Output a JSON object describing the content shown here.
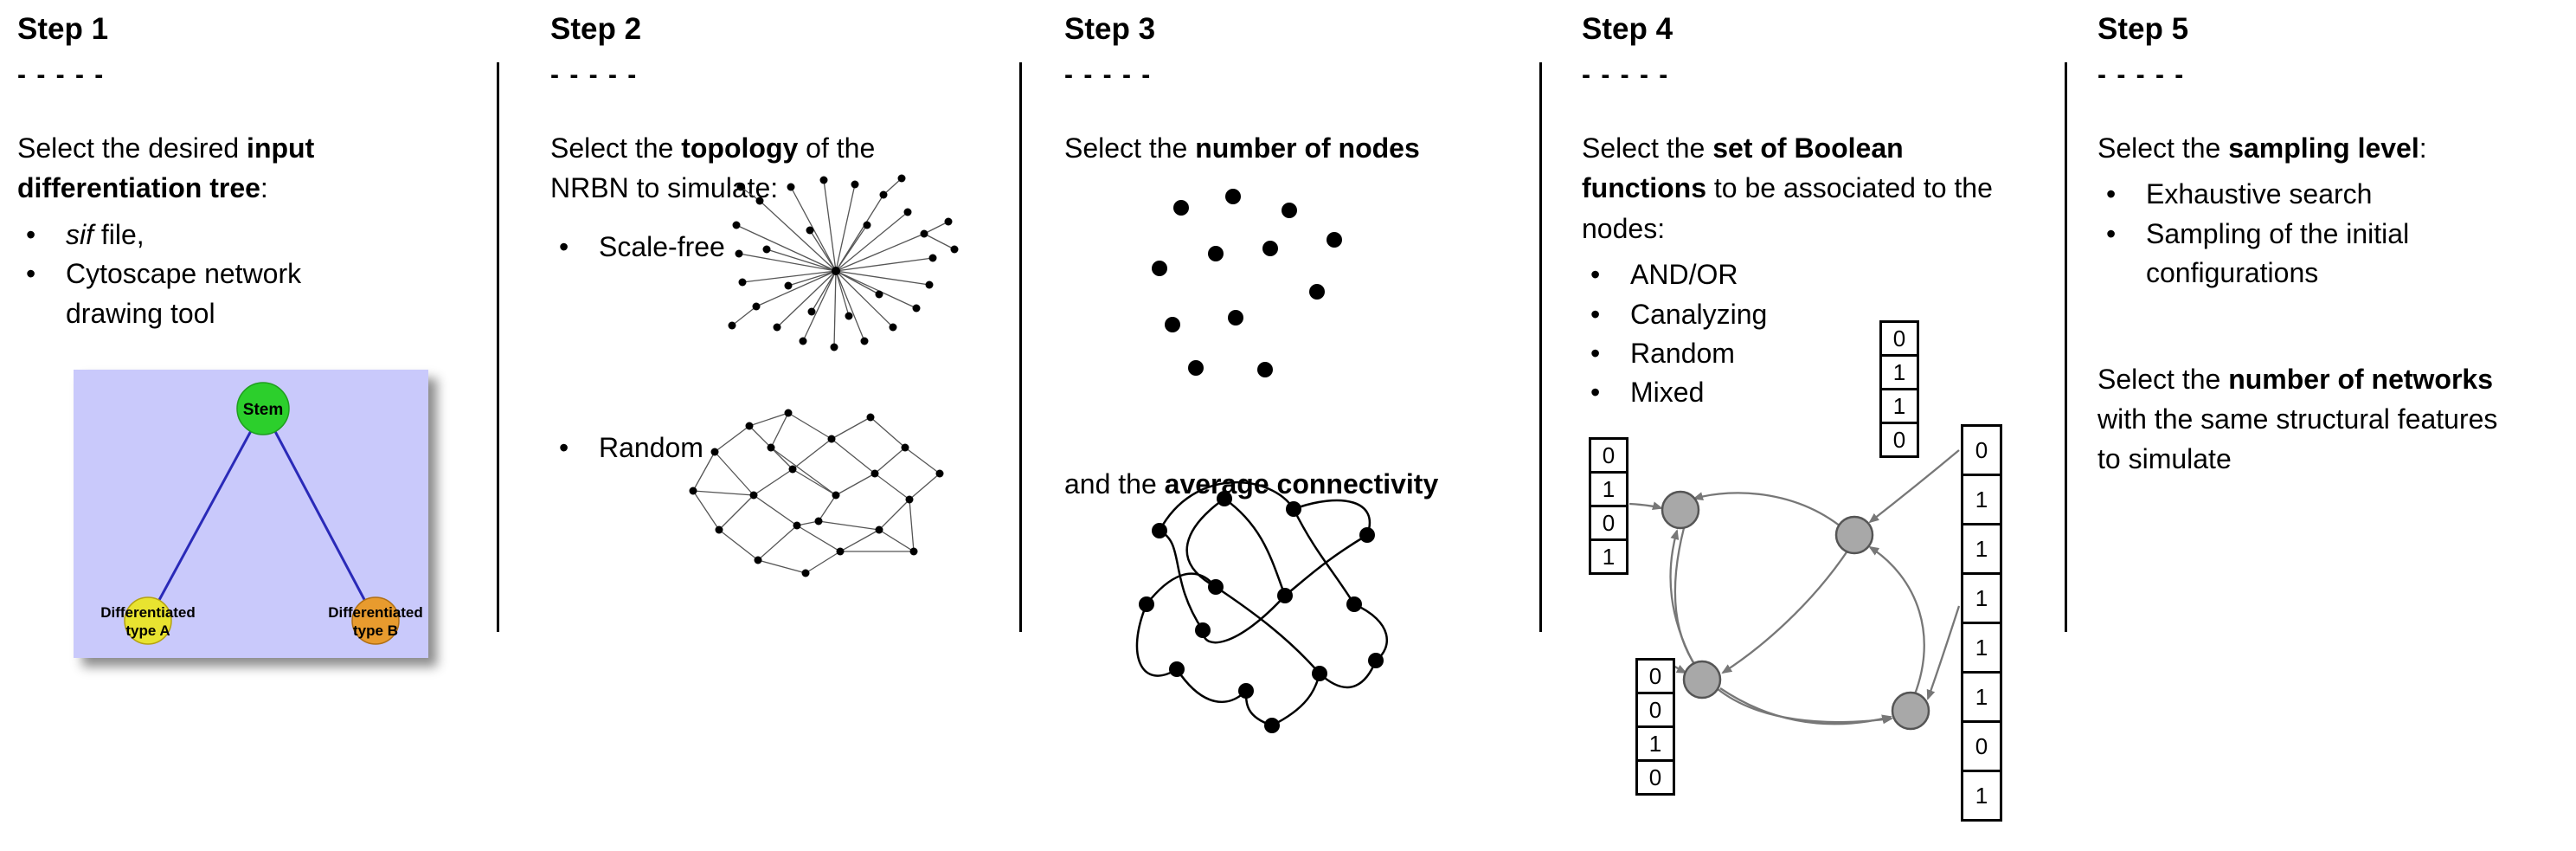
{
  "ui": {
    "bullet": "•",
    "dashes": "- - - - -"
  },
  "colors": {
    "tree_background": "#c9c9fb",
    "tree_edge": "#2a2ab8",
    "stem_node": "#2ccf2c",
    "type_a_node": "#e8e330",
    "type_b_node": "#e89b2e",
    "boolean_node": "#a8a8a8",
    "arrow": "#777777",
    "dot": "#000000"
  },
  "steps": [
    {
      "title": "Step 1",
      "intro": {
        "pre": "Select the desired ",
        "bold": "input differentiation tree",
        "post": ":"
      },
      "bullets": [
        {
          "italic": "sif",
          "text": " file,"
        },
        {
          "text": "Cytoscape network drawing tool"
        }
      ],
      "tree": {
        "root_label": "Stem",
        "left_label": [
          "Differentiated",
          "type A"
        ],
        "right_label": [
          "Differentiated",
          "type B"
        ]
      }
    },
    {
      "title": "Step 2",
      "intro": {
        "pre": "Select the ",
        "bold": "topology",
        "post": " of the NRBN to simulate:"
      },
      "bullets": [
        {
          "text": "Scale-free"
        },
        {
          "text": "Random"
        }
      ]
    },
    {
      "title": "Step 3",
      "line1": {
        "pre": "Select the ",
        "bold": "number of nodes",
        "post": ""
      },
      "line2": {
        "pre": "and the ",
        "bold": "average connectivity",
        "post": ""
      }
    },
    {
      "title": "Step 4",
      "intro": {
        "pre": "Select the ",
        "bold": "set of Boolean functions",
        "post": " to be associated to the nodes:"
      },
      "bullets": [
        {
          "text": "AND/OR"
        },
        {
          "text": "Canalyzing"
        },
        {
          "text": "Random"
        },
        {
          "text": "Mixed"
        }
      ],
      "truth_tables": {
        "left": [
          "0",
          "1",
          "0",
          "1"
        ],
        "top": [
          "0",
          "1",
          "1",
          "0"
        ],
        "bottom_left": [
          "0",
          "0",
          "1",
          "0"
        ],
        "right": [
          "0",
          "1",
          "1",
          "1",
          "1",
          "1",
          "0",
          "1"
        ]
      }
    },
    {
      "title": "Step 5",
      "intro": {
        "pre": "Select the ",
        "bold": "sampling level",
        "post": ":"
      },
      "bullets": [
        {
          "text": "Exhaustive search"
        },
        {
          "text": "Sampling of the initial configurations"
        }
      ],
      "second": {
        "pre": "Select the ",
        "bold": "number of networks",
        "post": " with the same structural features to simulate"
      }
    }
  ]
}
